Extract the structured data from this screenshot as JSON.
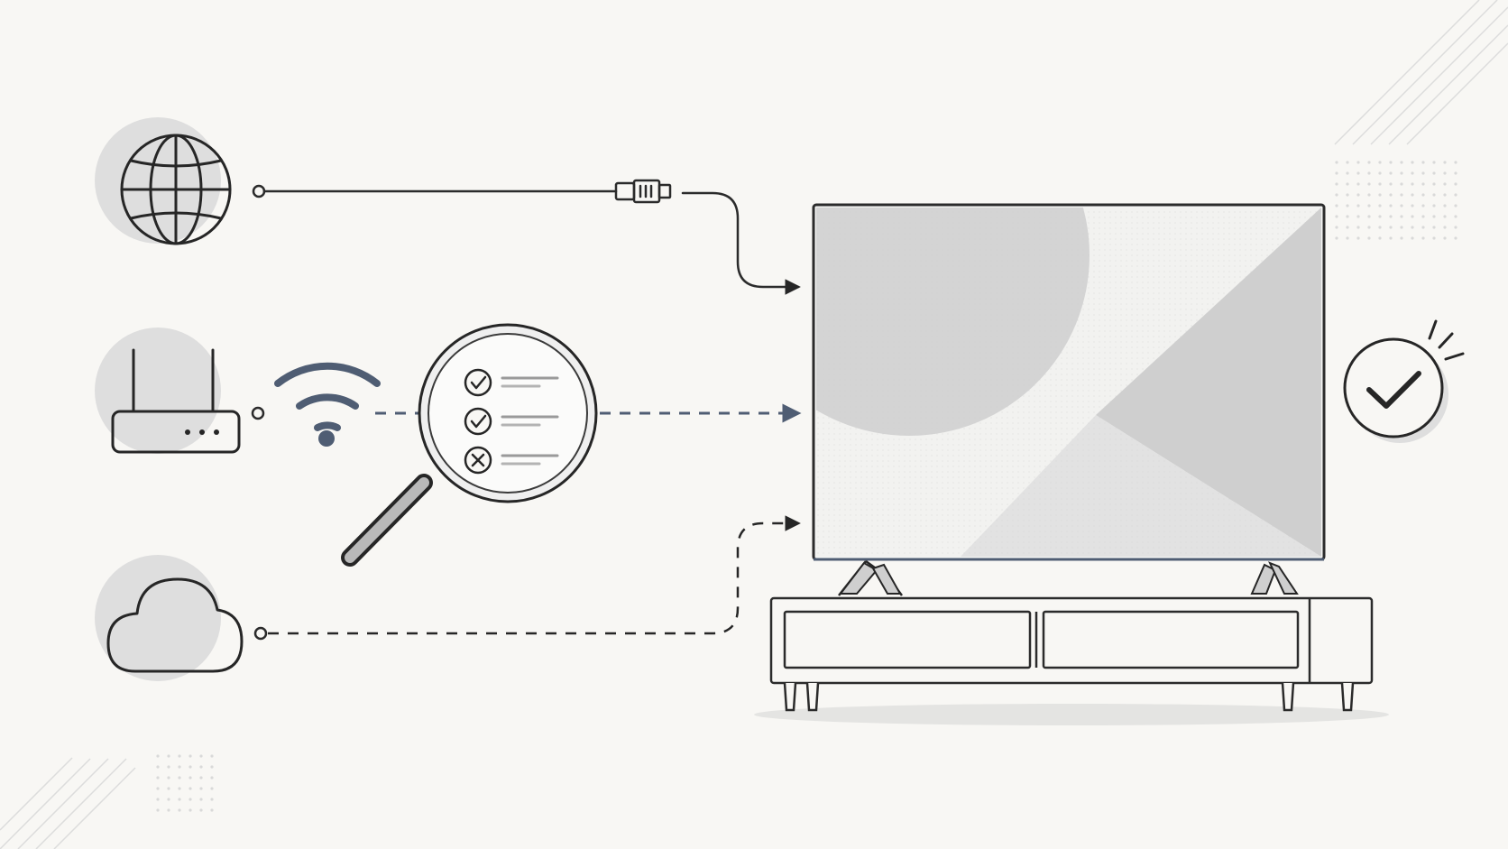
{
  "colors": {
    "background": "#f8f7f4",
    "ink": "#262626",
    "accent_slate": "#4f5d73",
    "halo_gray": "#dedede",
    "screen_light": "#efefef",
    "screen_shape": "#d6d6d6"
  },
  "icons": {
    "internet": "globe-icon",
    "router": "router-icon",
    "wifi": "wifi-icon",
    "cloud": "cloud-icon",
    "cable": "ethernet-plug-icon",
    "diagnostic": "magnifier-checklist-icon",
    "status": "check-circle-icon",
    "display": "television-icon",
    "furniture": "tv-stand-icon"
  },
  "checklist": [
    {
      "status": "pass",
      "icon": "check-icon"
    },
    {
      "status": "pass",
      "icon": "check-icon"
    },
    {
      "status": "fail",
      "icon": "cross-icon"
    }
  ],
  "connections": [
    {
      "from": "internet",
      "to": "television",
      "style": "solid",
      "medium": "ethernet"
    },
    {
      "from": "router",
      "to": "television",
      "style": "dashed",
      "medium": "wifi"
    },
    {
      "from": "cloud",
      "to": "television",
      "style": "dashed",
      "medium": "cloud"
    }
  ]
}
